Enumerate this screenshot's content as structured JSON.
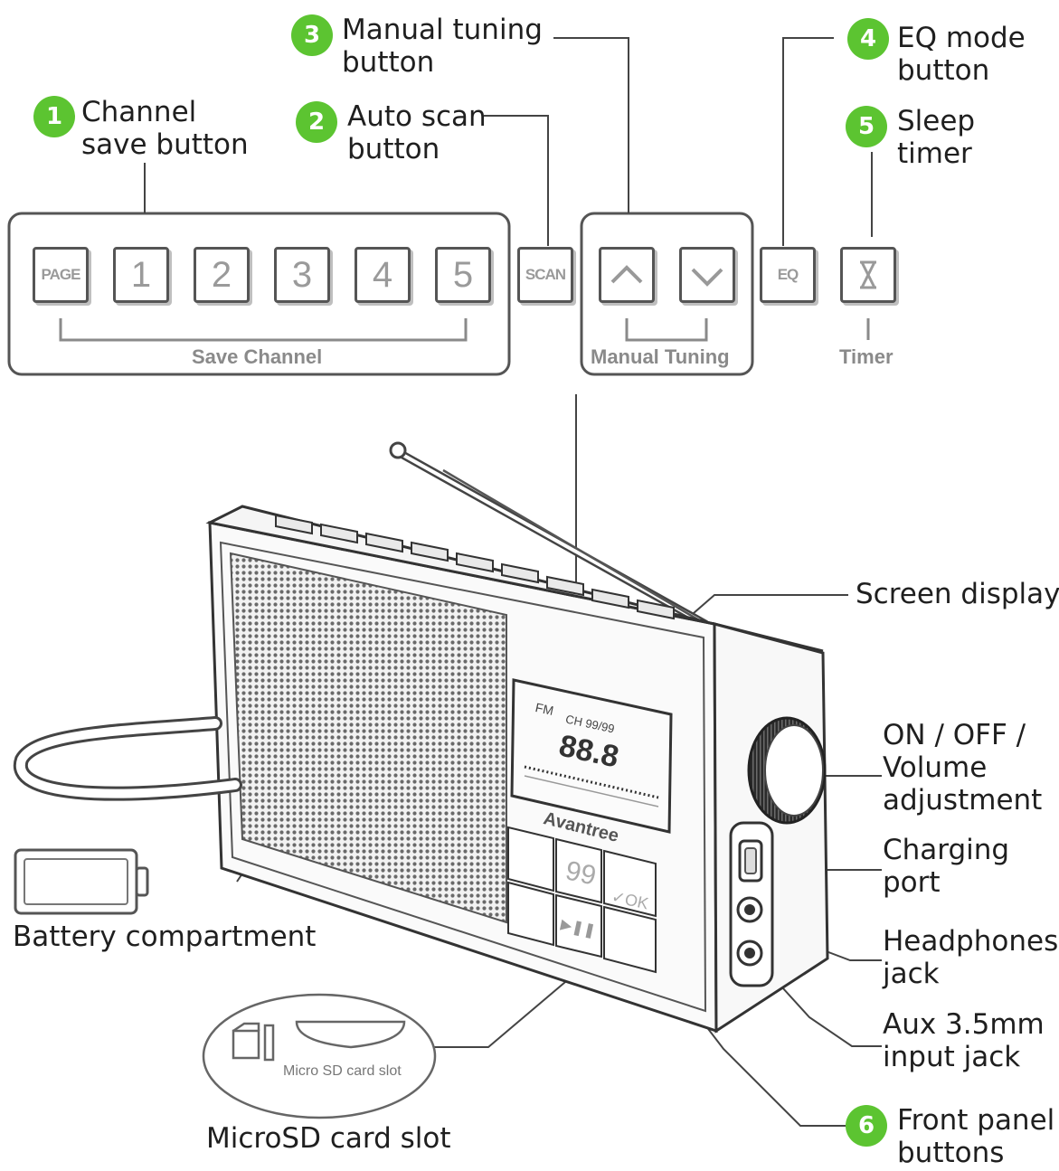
{
  "labels": {
    "channel_save": [
      "Channel",
      "save button"
    ],
    "auto_scan": [
      "Auto scan",
      "button"
    ],
    "manual_tuning": [
      "Manual tuning",
      "button"
    ],
    "eq_mode": [
      "EQ mode",
      "button"
    ],
    "sleep_timer": [
      "Sleep",
      "timer"
    ],
    "screen_display": "Screen display",
    "power_volume": [
      "ON / OFF /",
      "Volume",
      "adjustment"
    ],
    "charging_port": [
      "Charging",
      "port"
    ],
    "headphones_jack": [
      "Headphones",
      "jack"
    ],
    "aux_jack": [
      "Aux 3.5mm",
      "input jack"
    ],
    "front_panel": [
      "Front panel",
      "buttons"
    ],
    "battery": "Battery compartment",
    "microsd": "MicroSD card slot"
  },
  "badges": [
    "1",
    "2",
    "3",
    "4",
    "5",
    "6"
  ],
  "panel": {
    "page_key": "PAGE",
    "channel_keys": [
      "1",
      "2",
      "3",
      "4",
      "5"
    ],
    "save_channel": "Save Channel",
    "scan_key": "SCAN",
    "manual_tuning": "Manual Tuning",
    "eq_key": "EQ",
    "timer": "Timer"
  },
  "radio": {
    "band": "FM",
    "channel": "CH 99/99",
    "frequency": "88.8",
    "brand": "Avantree"
  },
  "sd_caption": "Micro SD card slot",
  "colors": {
    "badge": "#5cc431",
    "line": "#444444",
    "panel_border": "#555555",
    "muted_text": "#8a8a8a"
  }
}
